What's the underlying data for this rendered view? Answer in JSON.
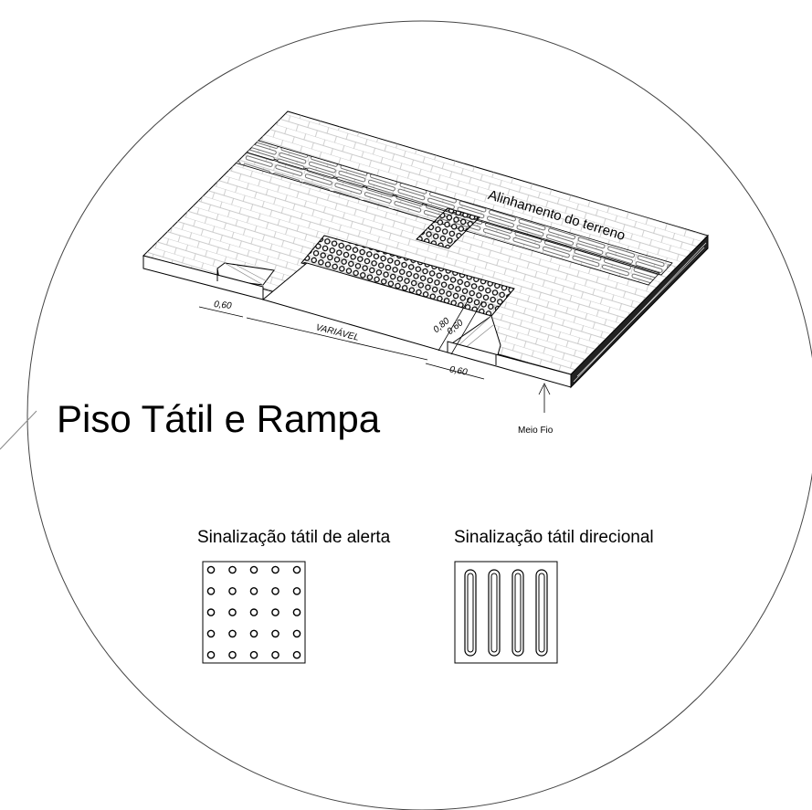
{
  "title": "Piso Tátil e Rampa",
  "captions": {
    "alert": "Sinalização tátil de alerta",
    "directional": "Sinalização tátil direcional"
  },
  "labels": {
    "terrain_alignment": "Alinhamento do terreno",
    "curb": "Meio Fio"
  },
  "dimensions": {
    "ramp_left": "0,60",
    "variable": "VARIÁVEL",
    "ramp_right": "0,60",
    "tactile_depth": "0,80",
    "tactile_width": "0,60"
  },
  "alert_tile": {
    "rows": 5,
    "cols": 5
  },
  "directional_tile": {
    "bars": 4
  }
}
